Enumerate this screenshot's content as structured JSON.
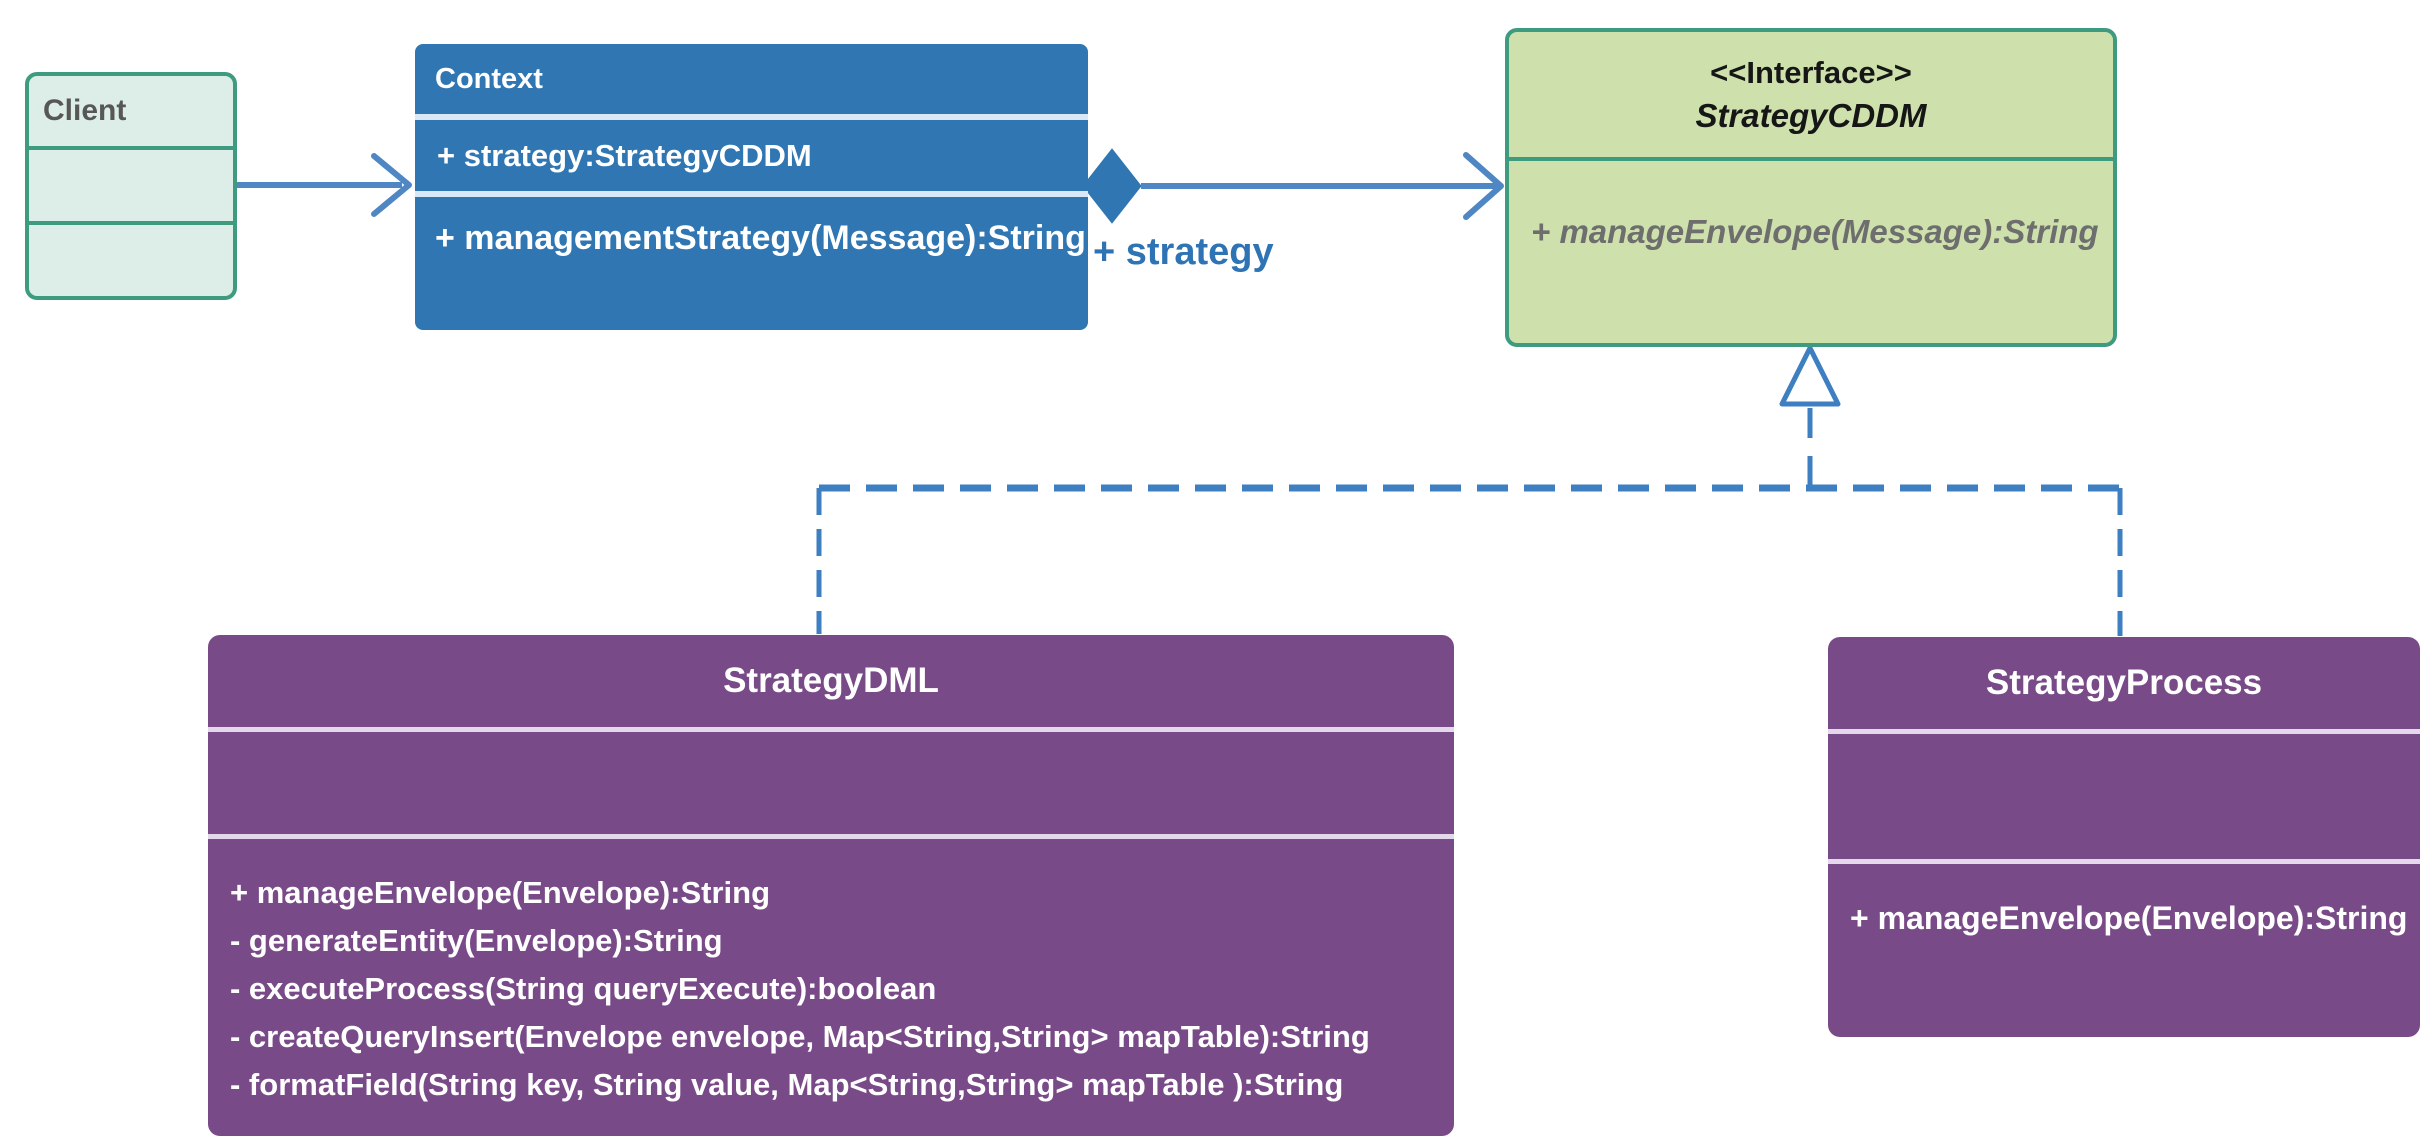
{
  "classes": {
    "client": {
      "name": "Client"
    },
    "context": {
      "name": "Context",
      "attributes": [
        "+ strategy:StrategyCDDM"
      ],
      "methods": [
        "+ managementStrategy(Message):String"
      ]
    },
    "strategy_interface": {
      "stereotype": "<<Interface>>",
      "name": "StrategyCDDM",
      "methods": [
        "+ manageEnvelope(Message):String"
      ]
    },
    "strategy_dml": {
      "name": "StrategyDML",
      "methods": [
        "+ manageEnvelope(Envelope):String",
        "- generateEntity(Envelope):String",
        "- executeProcess(String queryExecute):boolean",
        "- createQueryInsert(Envelope envelope, Map<String,String> mapTable):String",
        "- formatField(String key, String value, Map<String,String> mapTable ):String"
      ]
    },
    "strategy_process": {
      "name": "StrategyProcess",
      "methods": [
        "+ manageEnvelope(Envelope):String"
      ]
    }
  },
  "relationships": {
    "context_to_interface": {
      "type": "aggregation",
      "role_label": "+ strategy"
    },
    "client_to_context": {
      "type": "association"
    },
    "strategy_dml_to_interface": {
      "type": "realization"
    },
    "strategy_process_to_interface": {
      "type": "realization"
    }
  },
  "colors": {
    "context_fill": "#2F76B2",
    "interface_fill": "#CEE1AC",
    "green_border": "#3E9B80",
    "client_fill": "#DDEEE9",
    "client_text": "#575757",
    "purple_fill": "#794A88",
    "connector_blue": "#4E87C4",
    "dashed_blue": "#3D7FC0",
    "role_label_blue": "#2E74B5",
    "interface_method_text": "#6E6E6E"
  }
}
